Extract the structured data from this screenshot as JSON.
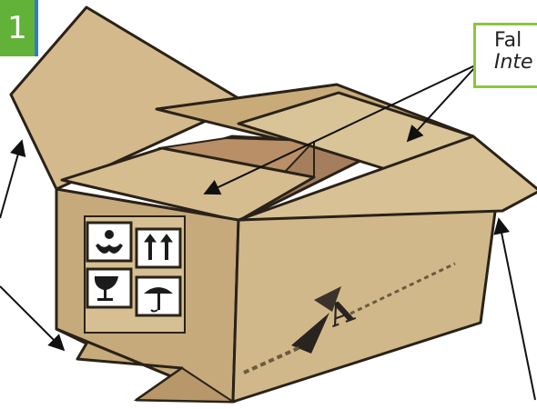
{
  "step_badge": "1",
  "callout": {
    "line1": "Fal",
    "line2": "Inte"
  },
  "carton": {
    "brand_text": "A"
  },
  "colors": {
    "flap": "#d4b98c",
    "side_dark": "#c6aa7c",
    "side_light": "#d8c194",
    "interior": "#a57f5d",
    "outline": "#2a2218",
    "badge": "#62b23a",
    "callout_border": "#8cc63f"
  },
  "icons": [
    "fragile-hands-icon",
    "this-way-up-icon",
    "fragile-glass-icon",
    "keep-dry-umbrella-icon"
  ]
}
